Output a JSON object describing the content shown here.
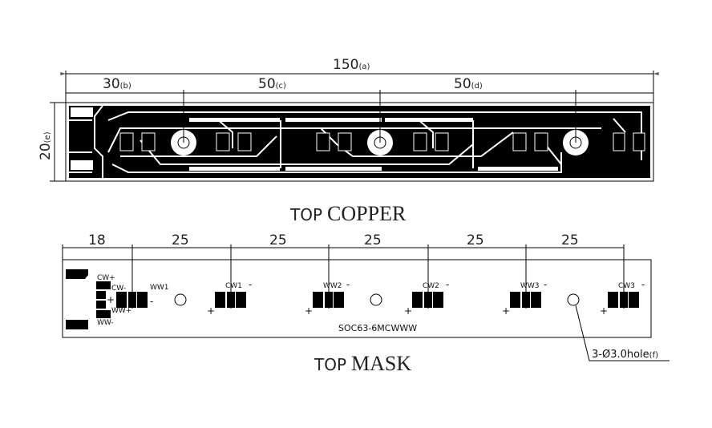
{
  "top_copper": {
    "title_prefix": "TOP",
    "title_main": "COPPER",
    "dims": {
      "overall": "150",
      "overall_tag": "(a)",
      "d1": "30",
      "d1_tag": "(b)",
      "d2": "50",
      "d2_tag": "(c)",
      "d3": "50",
      "d3_tag": "(d)",
      "height": "20",
      "height_tag": "(e)"
    }
  },
  "top_mask": {
    "title_prefix": "TOP",
    "title_main": "MASK",
    "dims": [
      "18",
      "25",
      "25",
      "25",
      "25",
      "25"
    ],
    "connector_labels": [
      "CW+",
      "CW-",
      "+",
      "WW+",
      "WW-"
    ],
    "leds": [
      {
        "name": "WW1",
        "plus": "",
        "minus": "-"
      },
      {
        "name": "CW1",
        "plus": "+",
        "minus": "-"
      },
      {
        "name": "WW2",
        "plus": "+",
        "minus": "-"
      },
      {
        "name": "CW2",
        "plus": "+",
        "minus": "-"
      },
      {
        "name": "WW3",
        "plus": "+",
        "minus": "-"
      },
      {
        "name": "CW3",
        "plus": "+",
        "minus": "-"
      }
    ],
    "part_number": "SOC63-6MCWWW",
    "hole_note": "3-Ø3.0hole",
    "hole_note_tag": "(f)"
  }
}
